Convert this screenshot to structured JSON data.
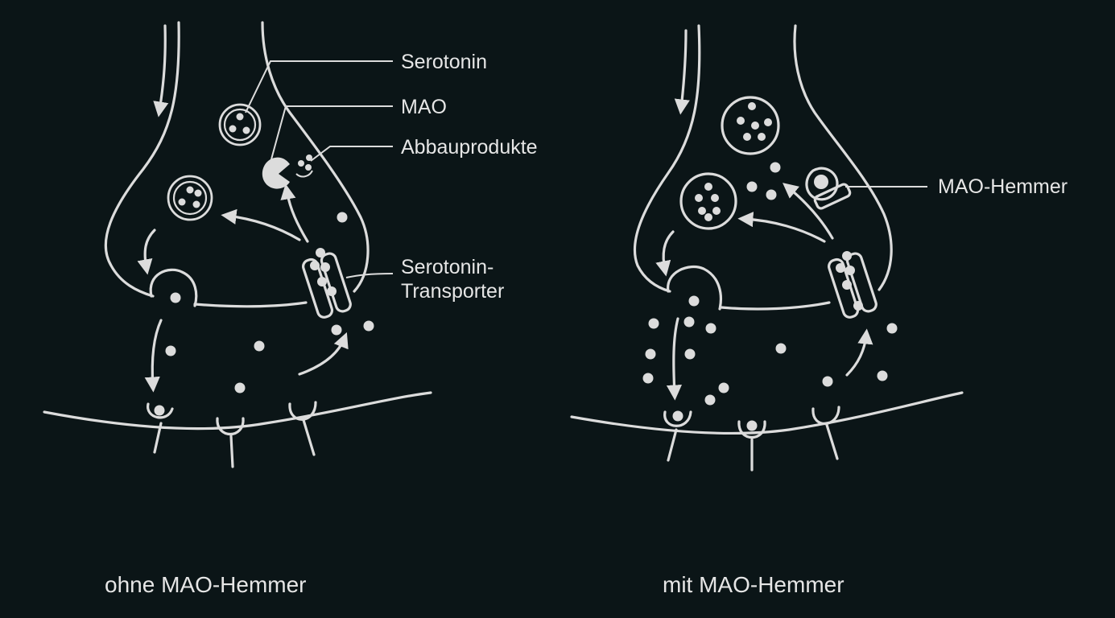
{
  "colors": {
    "background": "#0b1517",
    "foreground": "#dcdcdc"
  },
  "labels": {
    "serotonin": "Serotonin",
    "mao": "MAO",
    "abbauprodukte": "Abbauprodukte",
    "transporter_line1": "Serotonin-",
    "transporter_line2": "Transporter",
    "mao_hemmer": "MAO-Hemmer"
  },
  "captions": {
    "left": "ohne MAO-Hemmer",
    "right": "mit MAO-Hemmer"
  }
}
